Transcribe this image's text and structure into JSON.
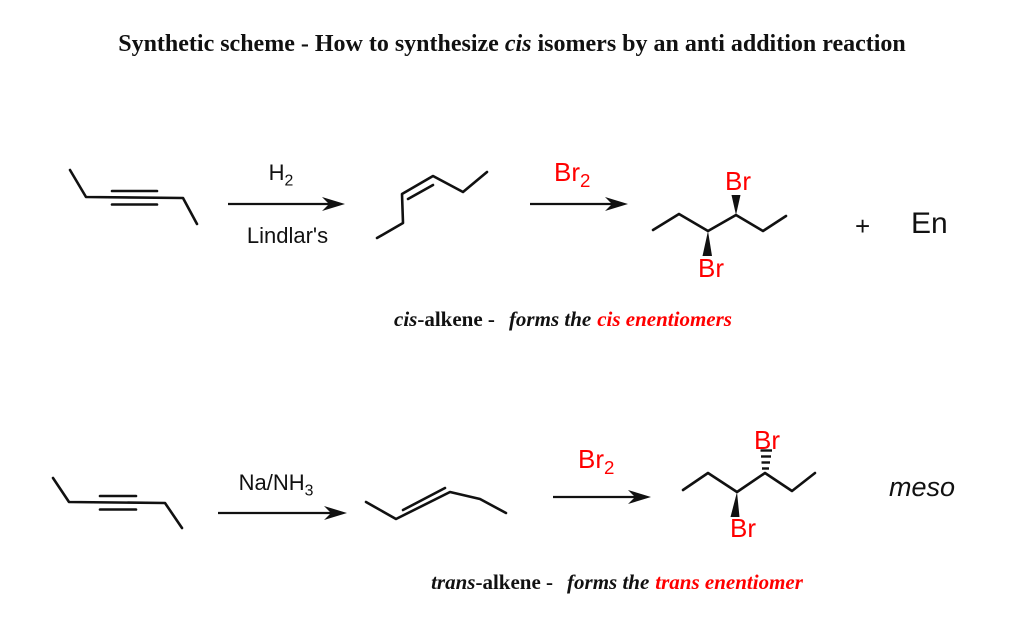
{
  "colors": {
    "ink": "#111111",
    "red": "#ff0000"
  },
  "title": {
    "pre": "Synthetic scheme - How to synthesize ",
    "emph": "cis",
    "post": " isomers by an anti addition reaction"
  },
  "top": {
    "reagent_above": {
      "base": "H",
      "sub": "2"
    },
    "reagent_below": "Lindlar's",
    "bromine": {
      "base": "Br",
      "sub": "2"
    },
    "product_br_top": "Br",
    "product_br_bottom": "Br",
    "plus": "+",
    "enantiomer": "En",
    "caption": {
      "emph1": "cis",
      "plain": "-alkene -",
      "emph2": "forms the",
      "red": "cis enentiomers"
    }
  },
  "bottom": {
    "reagent_above": {
      "base": "Na/NH",
      "sub": "3"
    },
    "bromine": {
      "base": "Br",
      "sub": "2"
    },
    "product_br_top": "Br",
    "product_br_bottom": "Br",
    "meso": "meso",
    "caption": {
      "emph1": "trans",
      "plain": "-alkene -",
      "emph2": "forms the",
      "red": "trans enentiomer"
    }
  }
}
